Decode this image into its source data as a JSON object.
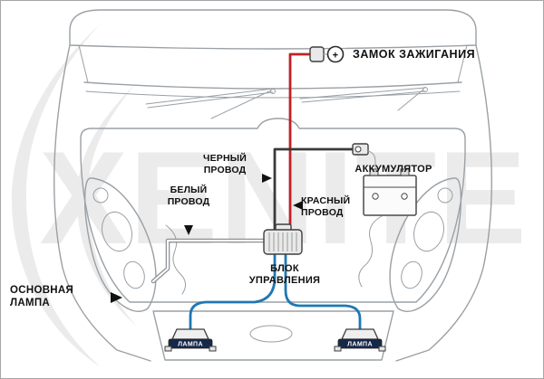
{
  "watermark": {
    "text": "XENITE"
  },
  "colors": {
    "red_wire": "#bf2126",
    "black_wire": "#3a3a3a",
    "blue_wire": "#1e78b4",
    "white_wire_casing": "#8d9196",
    "white_wire_core": "#ffffff",
    "watermark": "#ebebeb",
    "lamp_band": "#16284a",
    "label_text": "#101010"
  },
  "labels": {
    "ignition": "ЗАМОК ЗАЖИГАНИЯ",
    "plus": "+",
    "black_wire": [
      "ЧЕРНЫЙ",
      "ПРОВОД"
    ],
    "battery": "АККУМУЛЯТОР",
    "white_wire": [
      "БЕЛЫЙ",
      "ПРОВОД"
    ],
    "red_wire": [
      "КРАСНЫЙ",
      "ПРОВОД"
    ],
    "control_unit": [
      "БЛОК",
      "УПРАВЛЕНИЯ"
    ],
    "main_lamp": [
      "ОСНОВНАЯ",
      "ЛАМПА"
    ],
    "lamp_left": "ЛАМПА",
    "lamp_right": "ЛАМПА"
  }
}
